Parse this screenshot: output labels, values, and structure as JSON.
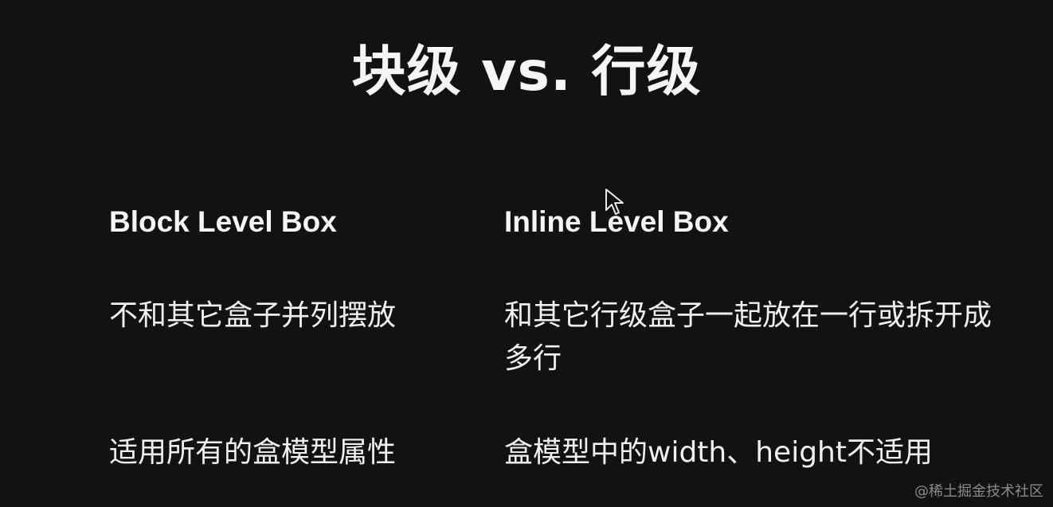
{
  "slide": {
    "title": "块级 vs. 行级",
    "columns": [
      {
        "heading": "Block Level Box",
        "rows": [
          "不和其它盒子并列摆放",
          "适用所有的盒模型属性"
        ]
      },
      {
        "heading": "Inline Level Box",
        "rows": [
          "和其它行级盒子一起放在一行或拆开成多行",
          "盒模型中的width、height不适用"
        ]
      }
    ]
  },
  "watermark": "@稀土掘金技术社区",
  "colors": {
    "background": "#121212",
    "text": "#f5f5f5",
    "watermark": "#8a8a8a"
  },
  "icons": {
    "cursor": "mouse-pointer-icon"
  }
}
